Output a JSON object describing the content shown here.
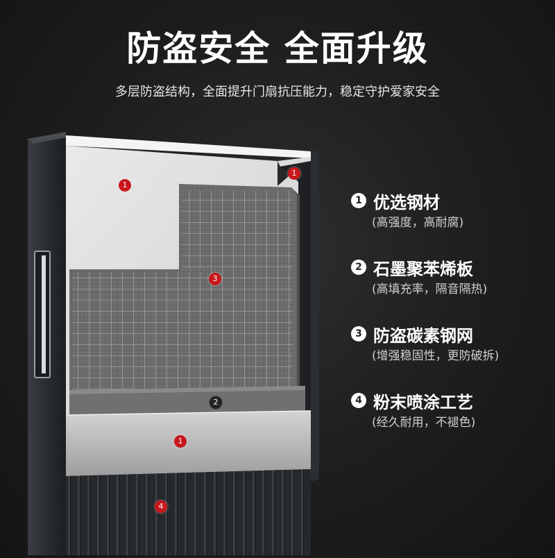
{
  "header": {
    "title": "防盗安全 全面升级",
    "subtitle": "多层防盗结构，全面提升门扇抗压能力，稳定守护爱家安全"
  },
  "markers": {
    "panel_top_left": "1",
    "panel_top_right": "1",
    "foam": "3",
    "foam_base": "2",
    "panel_bottom": "1",
    "door_lower": "4"
  },
  "features": [
    {
      "number": "1",
      "title": "优选钢材",
      "desc": "(高强度，高耐腐)"
    },
    {
      "number": "2",
      "title": "石墨聚苯烯板",
      "desc": "(高填充率，隔音隔热)"
    },
    {
      "number": "3",
      "title": "防盗碳素钢网",
      "desc": "(增强稳固性，更防破拆)"
    },
    {
      "number": "4",
      "title": "粉末喷涂工艺",
      "desc": "(经久耐用，不褪色)"
    }
  ],
  "colors": {
    "accent_red": "#c8171d",
    "background": "#1d1d1d",
    "text": "#ffffff"
  }
}
